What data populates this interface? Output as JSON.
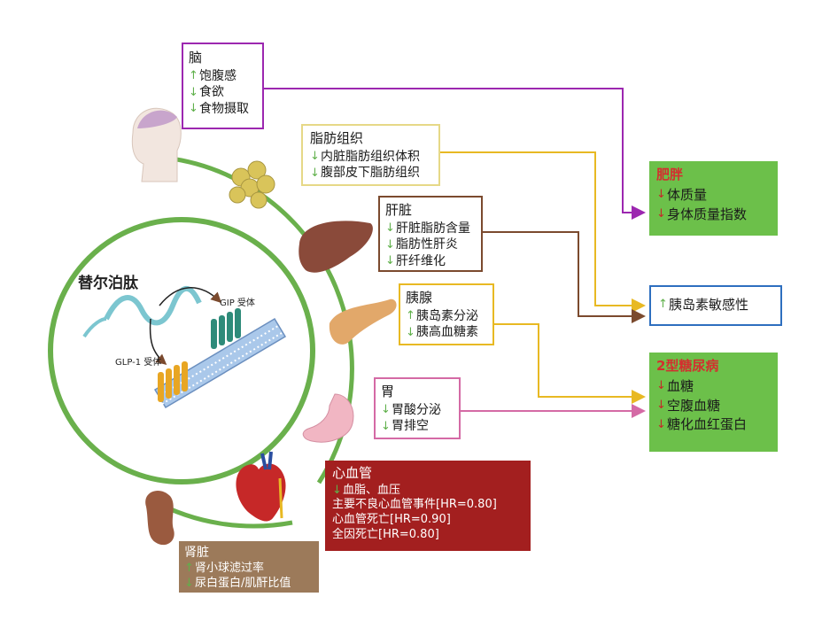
{
  "colors": {
    "green_ring": "#6ab04c",
    "brain": "#9c27b0",
    "adipose": "#d9c45a",
    "liver": "#7b4a2e",
    "pancreas": "#e8b923",
    "stomach": "#d46aa5",
    "cardio": "#a31f1f",
    "kidney": "#9c7a5a",
    "obesity_bg": "#6cc04a",
    "insulin_border": "#2e6fbf"
  },
  "drug": {
    "name": "替尔泊肽",
    "gip_receptor": "GIP 受体",
    "glp1_receptor": "GLP-1 受体"
  },
  "brain": {
    "title": "脑",
    "items": [
      {
        "dir": "up",
        "text": "饱腹感"
      },
      {
        "dir": "down",
        "text": "食欲"
      },
      {
        "dir": "down",
        "text": "食物摄取"
      }
    ]
  },
  "adipose": {
    "title": "脂肪组织",
    "items": [
      {
        "dir": "down",
        "text": "内脏脂肪组织体积"
      },
      {
        "dir": "down",
        "text": "腹部皮下脂肪组织"
      }
    ]
  },
  "liver": {
    "title": "肝脏",
    "items": [
      {
        "dir": "down",
        "text": "肝脏脂肪含量"
      },
      {
        "dir": "down",
        "text": "脂肪性肝炎"
      },
      {
        "dir": "down",
        "text": "肝纤维化"
      }
    ]
  },
  "pancreas": {
    "title": "胰腺",
    "items": [
      {
        "dir": "up",
        "text": "胰岛素分泌"
      },
      {
        "dir": "down",
        "text": "胰高血糖素"
      }
    ]
  },
  "stomach": {
    "title": "胃",
    "items": [
      {
        "dir": "down",
        "text": "胃酸分泌"
      },
      {
        "dir": "down",
        "text": "胃排空"
      }
    ]
  },
  "cardio": {
    "title": "心血管",
    "line1": "血脂、血压",
    "items": [
      "主要不良心血管事件[HR=0.80]",
      "心血管死亡[HR=0.90]",
      "全因死亡[HR=0.80]"
    ]
  },
  "kidney": {
    "title": "肾脏",
    "items": [
      {
        "dir": "up",
        "text": "肾小球滤过率"
      },
      {
        "dir": "down",
        "text": "尿白蛋白/肌酐比值"
      }
    ]
  },
  "obesity": {
    "title": "肥胖",
    "items": [
      {
        "dir": "down",
        "text": "体质量"
      },
      {
        "dir": "down",
        "text": "身体质量指数"
      }
    ]
  },
  "insulin_sensitivity": {
    "dir": "up",
    "text": "胰岛素敏感性"
  },
  "t2d": {
    "title": "2型糖尿病",
    "items": [
      {
        "dir": "down",
        "text": "血糖"
      },
      {
        "dir": "down",
        "text": "空腹血糖"
      },
      {
        "dir": "down",
        "text": "糖化血红蛋白"
      }
    ]
  }
}
